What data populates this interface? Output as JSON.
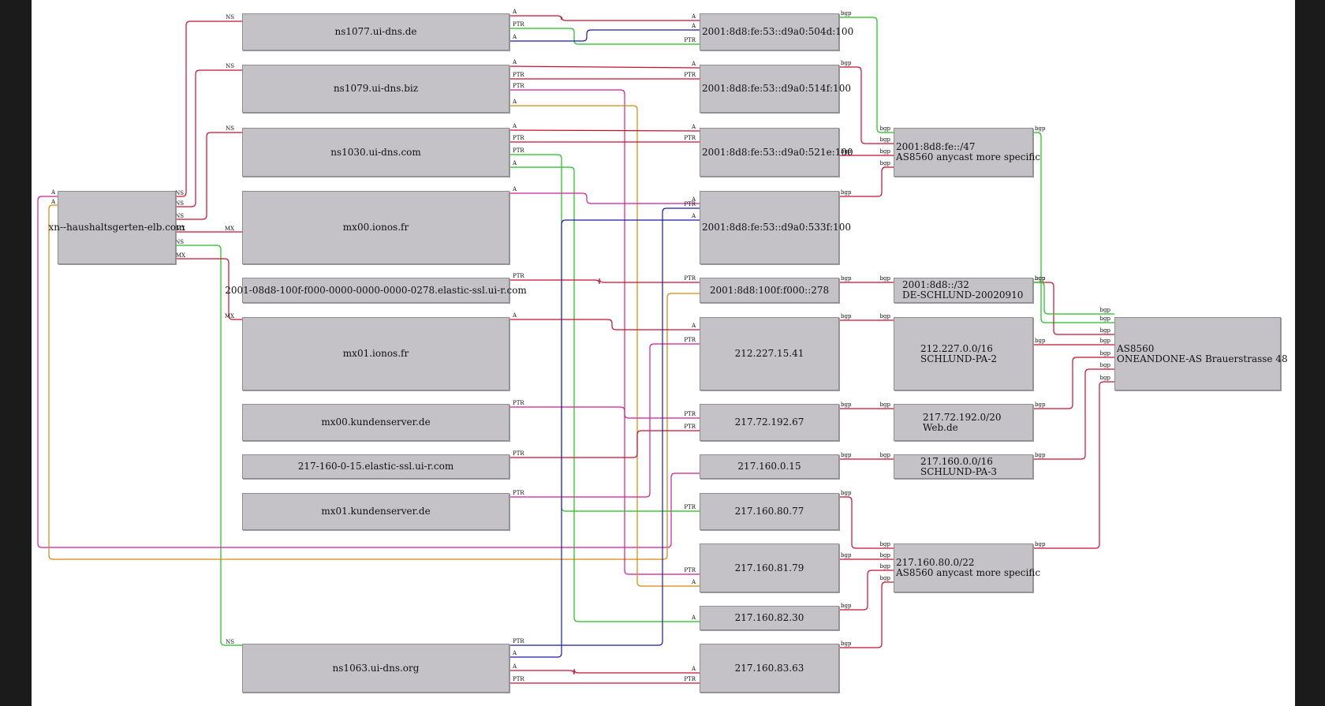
{
  "nodes": {
    "domain": "xn--haushaltsgerten-elb.com",
    "ns1077": "ns1077.ui-dns.de",
    "ns1079": "ns1079.ui-dns.biz",
    "ns1030": "ns1030.ui-dns.com",
    "mx00ionos": "mx00.ionos.fr",
    "elastic278": "2001-08d8-100f-f000-0000-0000-0000-0278.elastic-ssl.ui-r.com",
    "mx01ionos": "mx01.ionos.fr",
    "mx00kunden": "mx00.kundenserver.de",
    "elastic015": "217-160-0-15.elastic-ssl.ui-r.com",
    "mx01kunden": "mx01.kundenserver.de",
    "ns1063": "ns1063.ui-dns.org",
    "ip504d": "2001:8d8:fe:53::d9a0:504d:100",
    "ip514f": "2001:8d8:fe:53::d9a0:514f:100",
    "ip521e": "2001:8d8:fe:53::d9a0:521e:100",
    "ip533f": "2001:8d8:fe:53::d9a0:533f:100",
    "ip278": "2001:8d8:100f:f000::278",
    "ip21222715": "212.227.15.41",
    "ip2177219267": "217.72.192.67",
    "ip217160015": "217.160.0.15",
    "ip2171608077": "217.160.80.77",
    "ip2171608179": "217.160.81.79",
    "ip2171608230": "217.160.82.30",
    "ip2171608363": "217.160.83.63",
    "pfx47_l1": "2001:8d8:fe::/47",
    "pfx47_l2": "AS8560 anycast more specific",
    "pfx32_l1": "2001:8d8::/32",
    "pfx32_l2": "DE-SCHLUND-20020910",
    "pfx212_l1": "212.227.0.0/16",
    "pfx212_l2": "SCHLUND-PA-2",
    "pfx21772_l1": "217.72.192.0/20",
    "pfx21772_l2": "Web.de",
    "pfx217160_l1": "217.160.0.0/16",
    "pfx217160_l2": "SCHLUND-PA-3",
    "pfx21716080_l1": "217.160.80.0/22",
    "pfx21716080_l2": "AS8560 anycast more specific",
    "as_l1": "AS8560",
    "as_l2": "ONEANDONE-AS Brauerstrasse 48"
  },
  "edge_labels": {
    "ns": "NS",
    "mx": "MX",
    "a": "A",
    "ptr": "PTR",
    "bgp": "bgp"
  },
  "colors": {
    "red": "#c8102e",
    "magenta": "#cc1f9a",
    "green": "#1fbf1f",
    "blue": "#1a1aa8",
    "orange": "#d4870f",
    "node_fill": "#c4c2c6",
    "frame": "#1b1b1b"
  }
}
